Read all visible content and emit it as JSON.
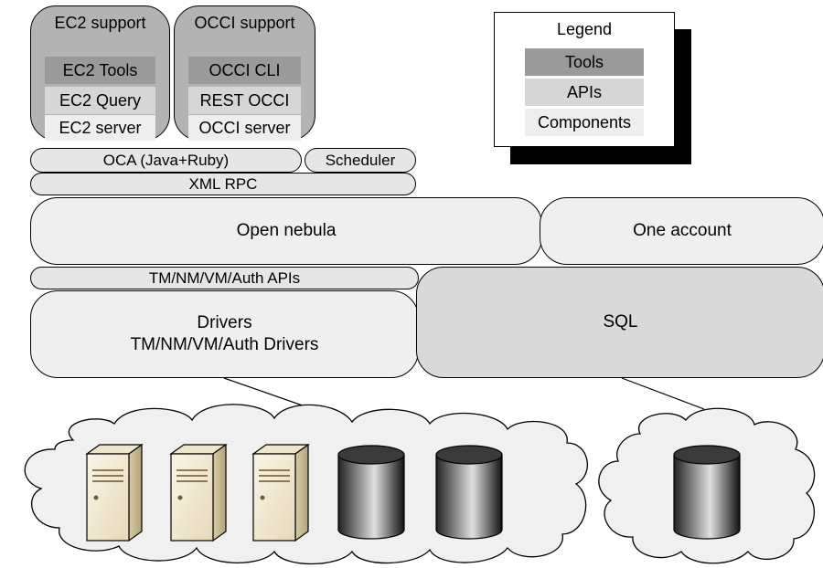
{
  "ec2": {
    "title": "EC2 support",
    "tools": "EC2 Tools",
    "api": "EC2 Query",
    "component": "EC2 server"
  },
  "occi": {
    "title": "OCCI support",
    "tools": "OCCI CLI",
    "api": "REST OCCI",
    "component": "OCCI server"
  },
  "legend": {
    "title": "Legend",
    "tools": "Tools",
    "apis": "APIs",
    "components": "Components"
  },
  "layers": {
    "oca": "OCA (Java+Ruby)",
    "scheduler": "Scheduler",
    "xmlrpc": "XML RPC",
    "opennebula": "Open nebula",
    "oneaccount": "One account",
    "apis": "TM/NM/VM/Auth APIs",
    "drivers_line1": "Drivers",
    "drivers_line2": "TM/NM/VM/Auth Drivers",
    "sql": "SQL"
  },
  "colors": {
    "tools": "#9a9a9a",
    "apis": "#d6d6d6",
    "components": "#eeeeee",
    "group": "#b3b3b3",
    "sql": "#d9d9d9"
  },
  "icons": [
    "server-icon",
    "server-icon",
    "server-icon",
    "database-icon",
    "database-icon",
    "database-icon",
    "cloud-shape"
  ]
}
